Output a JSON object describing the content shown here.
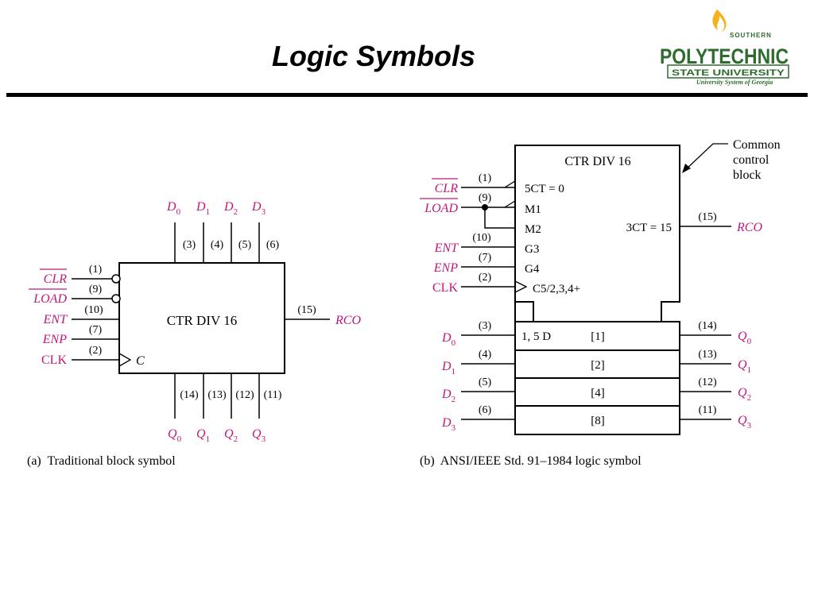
{
  "slide": {
    "title": "Logic Symbols",
    "logo": {
      "top": "SOUTHERN",
      "main": "POLYTECHNIC",
      "sub": "STATE UNIVERSITY",
      "tag": "University System of Georgia"
    }
  },
  "colors": {
    "signal": "#c0187a",
    "line": "#000000",
    "logo_green": "#2e6b2e",
    "logo_flame": "#f2b21e"
  },
  "traditional": {
    "block_label": "CTR DIV 16",
    "clock_mark": "C",
    "top_inputs": [
      {
        "name": "D",
        "sub": "0",
        "pin": "(3)"
      },
      {
        "name": "D",
        "sub": "1",
        "pin": "(4)"
      },
      {
        "name": "D",
        "sub": "2",
        "pin": "(5)"
      },
      {
        "name": "D",
        "sub": "3",
        "pin": "(6)"
      }
    ],
    "left_inputs": [
      {
        "name": "CLR",
        "pin": "(1)"
      },
      {
        "name": "LOAD",
        "pin": "(9)"
      },
      {
        "name": "ENT",
        "pin": "(10)"
      },
      {
        "name": "ENP",
        "pin": "(7)"
      },
      {
        "name": "CLK",
        "pin": "(2)"
      }
    ],
    "right_output": {
      "name": "RCO",
      "pin": "(15)"
    },
    "bottom_outputs": [
      {
        "name": "Q",
        "sub": "0",
        "pin": "(14)"
      },
      {
        "name": "Q",
        "sub": "1",
        "pin": "(13)"
      },
      {
        "name": "Q",
        "sub": "2",
        "pin": "(12)"
      },
      {
        "name": "Q",
        "sub": "3",
        "pin": "(11)"
      }
    ],
    "caption": "(a)  Traditional block symbol"
  },
  "ansi": {
    "block_label": "CTR DIV 16",
    "annotation": [
      "Common",
      "control",
      "block"
    ],
    "control_labels": [
      "5CT = 0",
      "M1",
      "M2",
      "G3",
      "G4",
      "C5/2,3,4+"
    ],
    "control_inputs": [
      {
        "name": "CLR",
        "pin": "(1)"
      },
      {
        "name": "LOAD",
        "pin": "(9)"
      },
      {
        "name": "ENT",
        "pin": "(10)"
      },
      {
        "name": "ENP",
        "pin": "(7)"
      },
      {
        "name": "CLK",
        "pin": "(2)"
      }
    ],
    "output_label": "3CT = 15",
    "output": {
      "name": "RCO",
      "pin": "(15)"
    },
    "stage_first_label": "1, 5 D",
    "stages": [
      {
        "in": "D",
        "sub": "0",
        "pin_in": "(3)",
        "weight": "[1]",
        "out": "Q",
        "out_sub": "0",
        "pin_out": "(14)"
      },
      {
        "in": "D",
        "sub": "1",
        "pin_in": "(4)",
        "weight": "[2]",
        "out": "Q",
        "out_sub": "1",
        "pin_out": "(13)"
      },
      {
        "in": "D",
        "sub": "2",
        "pin_in": "(5)",
        "weight": "[4]",
        "out": "Q",
        "out_sub": "2",
        "pin_out": "(12)"
      },
      {
        "in": "D",
        "sub": "3",
        "pin_in": "(6)",
        "weight": "[8]",
        "out": "Q",
        "out_sub": "3",
        "pin_out": "(11)"
      }
    ],
    "caption": "(b)  ANSI/IEEE Std. 91–1984 logic symbol"
  }
}
